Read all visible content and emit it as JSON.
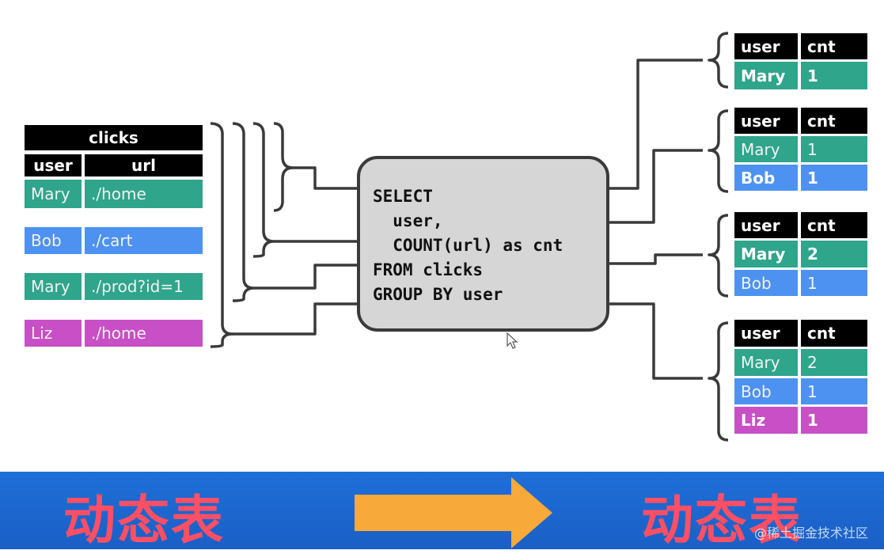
{
  "source_table": {
    "title": "clicks",
    "columns": [
      "user",
      "url"
    ],
    "rows": [
      {
        "user": "Mary",
        "url": "./home",
        "color": "#2fa58b"
      },
      {
        "user": "Bob",
        "url": "./cart",
        "color": "#4d92f0"
      },
      {
        "user": "Mary",
        "url": "./prod?id=1",
        "color": "#2fa58b"
      },
      {
        "user": "Liz",
        "url": "./home",
        "color": "#c84fc6"
      }
    ]
  },
  "query": {
    "text": "SELECT\n  user,\n  COUNT(url) as cnt\nFROM clicks\nGROUP BY user"
  },
  "result_tables": {
    "columns": [
      "user",
      "cnt"
    ],
    "snapshots": [
      [
        {
          "user": "Mary",
          "cnt": "1",
          "changed": true
        }
      ],
      [
        {
          "user": "Mary",
          "cnt": "1",
          "changed": false
        },
        {
          "user": "Bob",
          "cnt": "1",
          "changed": true
        }
      ],
      [
        {
          "user": "Mary",
          "cnt": "2",
          "changed": true
        },
        {
          "user": "Bob",
          "cnt": "1",
          "changed": false
        }
      ],
      [
        {
          "user": "Mary",
          "cnt": "2",
          "changed": false
        },
        {
          "user": "Bob",
          "cnt": "1",
          "changed": false
        },
        {
          "user": "Liz",
          "cnt": "1",
          "changed": true
        }
      ]
    ]
  },
  "banner": {
    "left_label": "动态表",
    "right_label": "动态表",
    "arrow_color": "#f7a93a",
    "label_color": "#ff4f64",
    "watermark": "@稀土掘金技术社区"
  }
}
